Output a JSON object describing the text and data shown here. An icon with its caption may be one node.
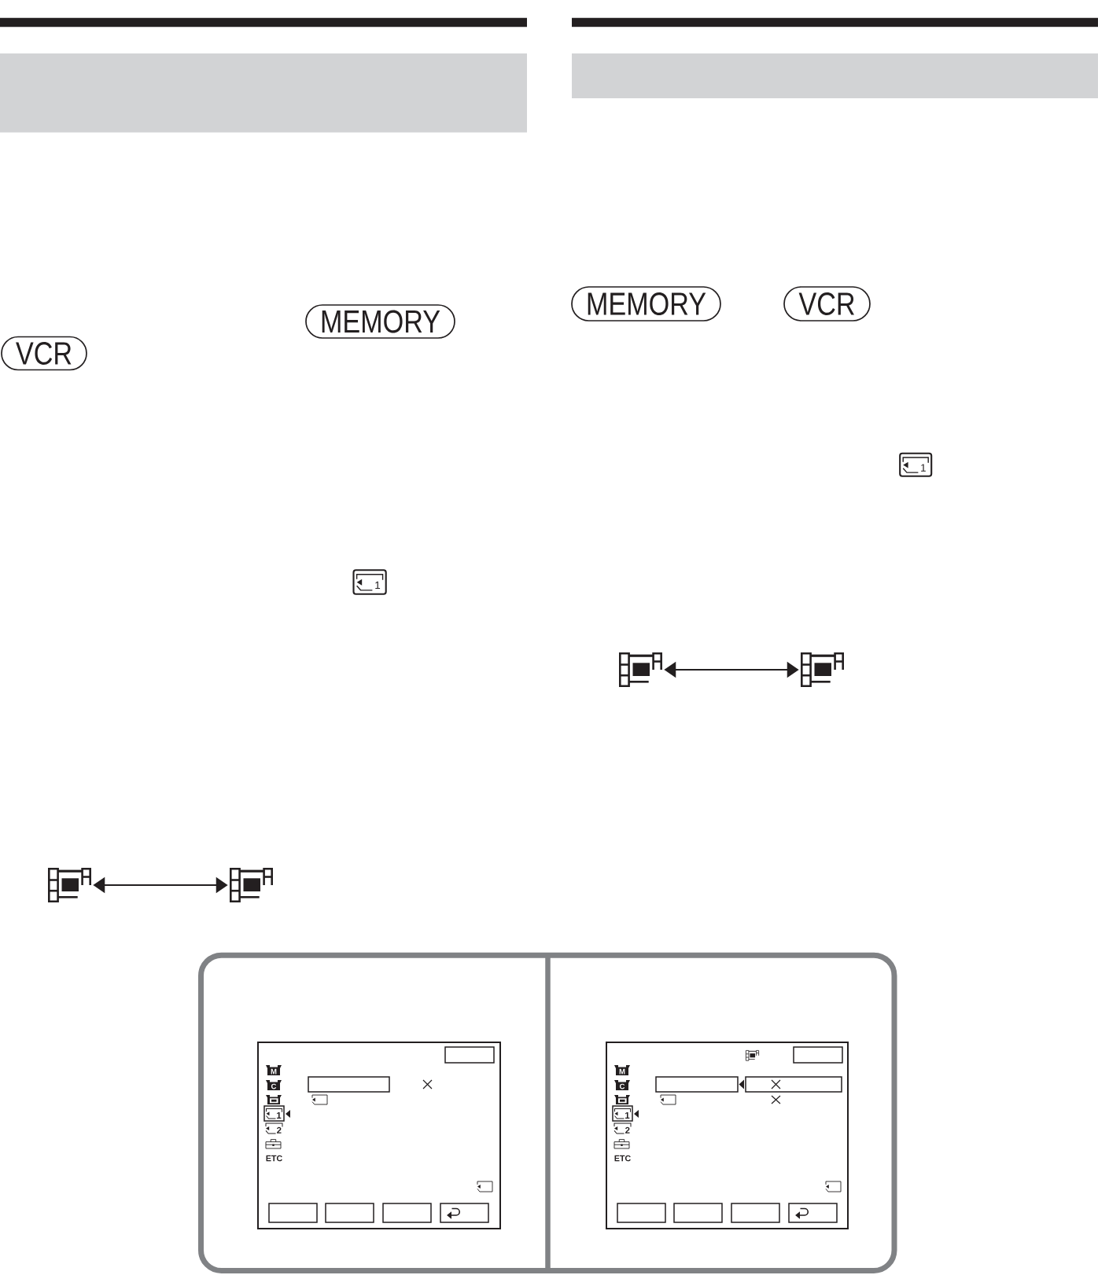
{
  "diagram": {
    "nodes": [
      {
        "text": [],
        "shape": "bar"
      },
      {
        "text": [
          "MEMORY"
        ]
      },
      {
        "text": [
          "VCR"
        ]
      },
      {
        "text": [],
        "shape": "picture"
      },
      {
        "text": [],
        "shape": "picture"
      },
      {
        "text": [],
        "shape": "bar"
      },
      {
        "text": [
          "MEMORY"
        ]
      },
      {
        "text": [
          "VCR"
        ]
      },
      {
        "text": [],
        "shape": "picture"
      },
      {
        "text": [],
        "shape": "picture"
      },
      {
        "text": [
          "ETC"
        ]
      },
      {
        "text": [],
        "shape": "box",
        "in": 10
      },
      {
        "text": [
          "ETC"
        ]
      },
      {
        "text": [],
        "shape": "box",
        "in": 12
      },
      {
        "text": [],
        "shape": "box",
        "in": 12
      }
    ],
    "edges": [
      {
        "from": 3,
        "to": 4,
        "arrow": "both"
      },
      {
        "from": 8,
        "to": 9,
        "arrow": "both"
      }
    ],
    "labels": [
      "1",
      "1",
      "M",
      "C",
      "1",
      "2",
      "M",
      "C",
      "1",
      "2"
    ]
  }
}
